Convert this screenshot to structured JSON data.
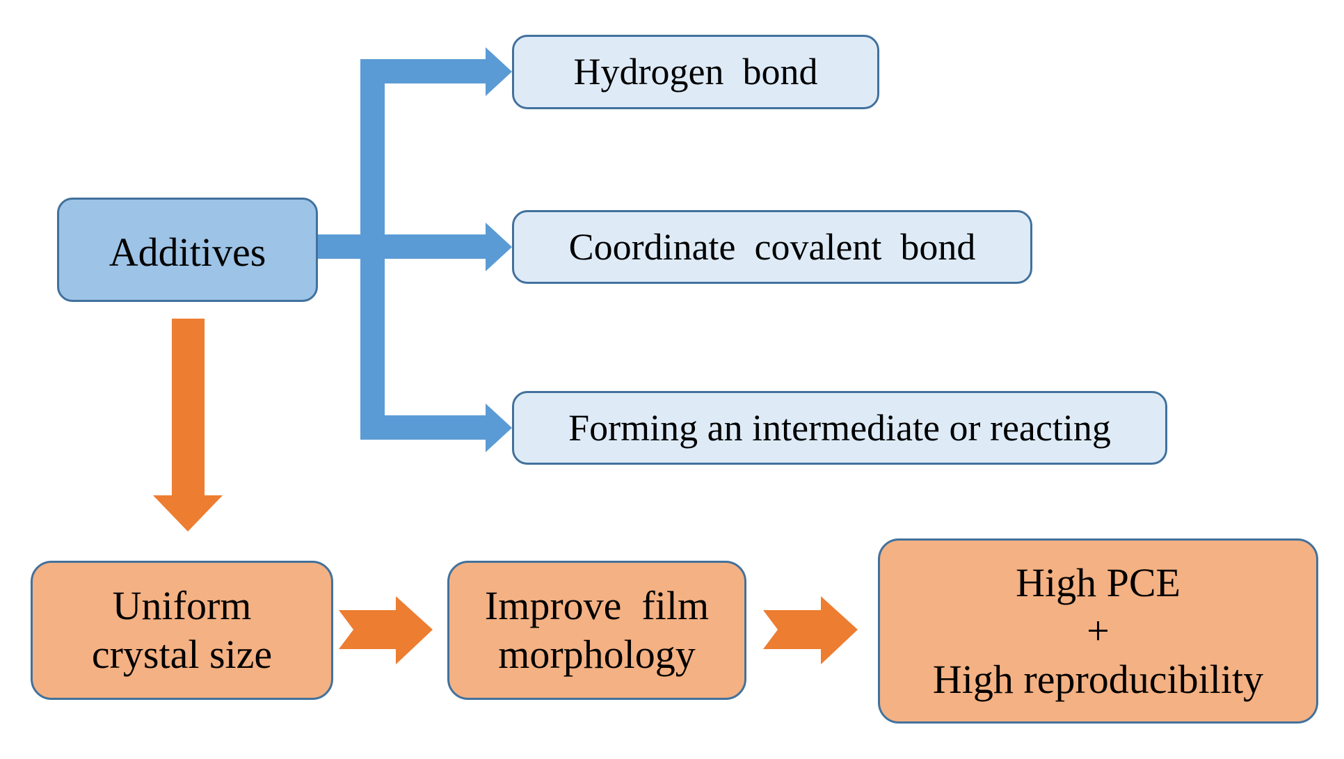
{
  "colors": {
    "blue_arrow": "#5b9bd5",
    "orange_arrow": "#ed7d31",
    "blue_main_fill": "#9dc3e6",
    "blue_light_fill": "#deebf7",
    "orange_fill": "#f4b183",
    "border": "#41719c"
  },
  "nodes": {
    "additives": "Additives",
    "hydrogen_bond": "Hydrogen  bond",
    "coordinate_bond": "Coordinate  covalent  bond",
    "intermediate": "Forming an intermediate or reacting",
    "uniform": [
      "Uniform",
      "crystal size"
    ],
    "morphology": [
      "Improve  film",
      "morphology"
    ],
    "outcome": [
      "High PCE",
      "+",
      "High reproducibility"
    ]
  }
}
